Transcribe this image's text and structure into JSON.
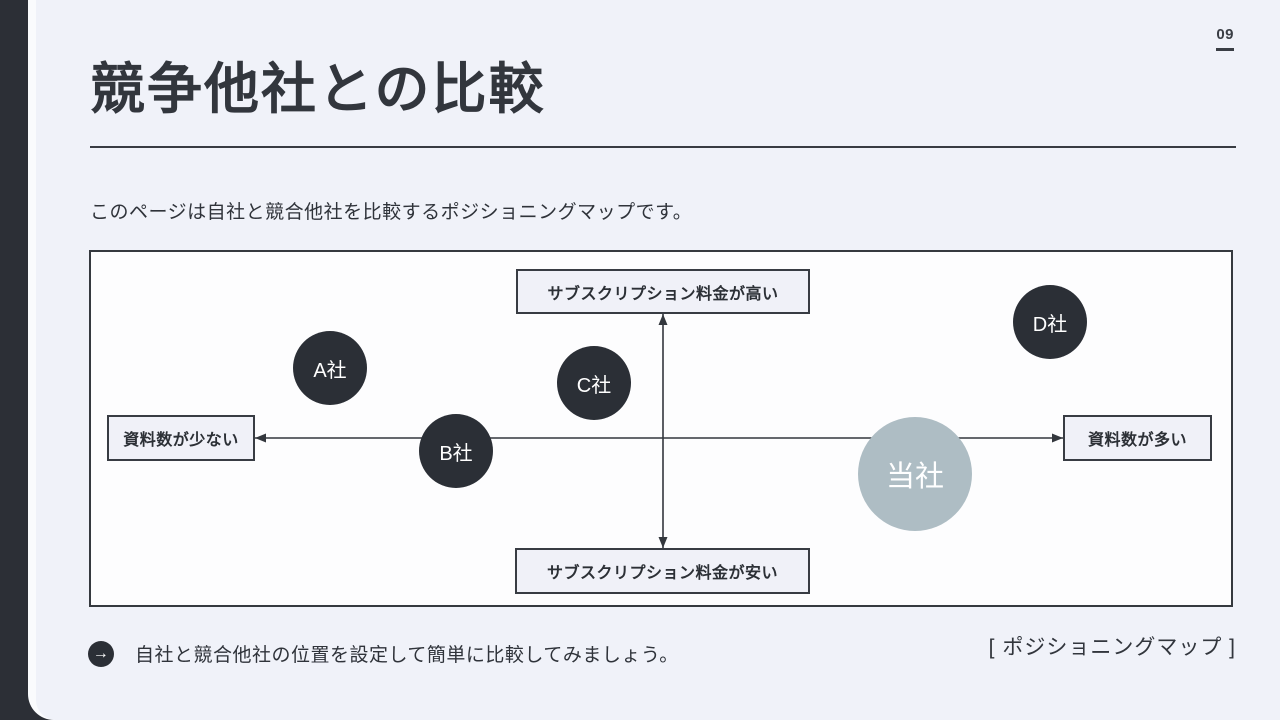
{
  "slide": {
    "page_number": "09",
    "title": "競争他社との比較",
    "subtitle": "このページは自社と競合他社を比較するポジショニングマップです。",
    "footer_note": "自社と競合他社の位置を設定して簡単に比較してみましょう。",
    "footer_tag": "[ ポジショニングマップ ]"
  },
  "icons": {
    "arrow_right": "→"
  },
  "map": {
    "axis_labels": {
      "top": "サブスクリプション料金が高い",
      "bottom": "サブスクリプション料金が安い",
      "left": "資料数が少ない",
      "right": "資料数が多い"
    },
    "companies": [
      {
        "label": "A社",
        "role": "competitor"
      },
      {
        "label": "B社",
        "role": "competitor"
      },
      {
        "label": "C社",
        "role": "competitor"
      },
      {
        "label": "D社",
        "role": "competitor"
      },
      {
        "label": "当社",
        "role": "self"
      }
    ]
  },
  "colors": {
    "frame_background": "#2c2f36",
    "slide_background": "#f0f2f9",
    "competitor_circle": "#2b2f36",
    "self_circle": "#aebdc4",
    "ink": "#32363d"
  }
}
